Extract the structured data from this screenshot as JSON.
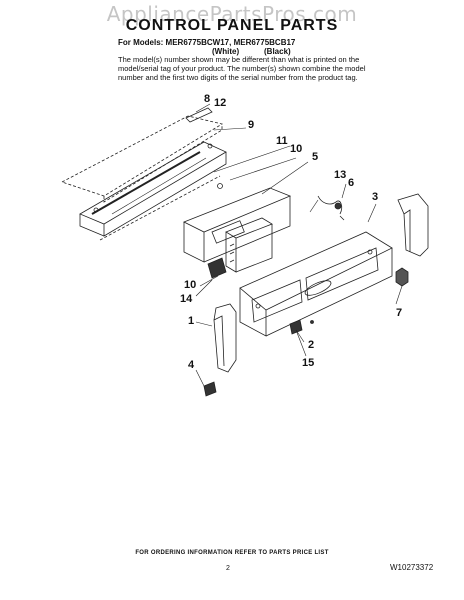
{
  "watermark": "AppliancePartsPros.com",
  "title": "CONTROL PANEL PARTS",
  "models_line": "For Models: MER6775BCW17, MER6775BCB17",
  "variant_white": "(White)",
  "variant_black": "(Black)",
  "note": "The model(s) number shown may be different than what is printed on the model/serial tag of your product. The number(s) shown combine the model number and the first two digits of the serial number from the product tag.",
  "callouts": {
    "c8": "8",
    "c12": "12",
    "c9": "9",
    "c11": "11",
    "c10a": "10",
    "c5": "5",
    "c13": "13",
    "c6": "6",
    "c3": "3",
    "c10b": "10",
    "c14": "14",
    "c7": "7",
    "c1": "1",
    "c2": "2",
    "c15": "15",
    "c4": "4"
  },
  "footer_info": "FOR ORDERING INFORMATION REFER TO PARTS PRICE LIST",
  "page_number": "2",
  "doc_id": "W10273372"
}
